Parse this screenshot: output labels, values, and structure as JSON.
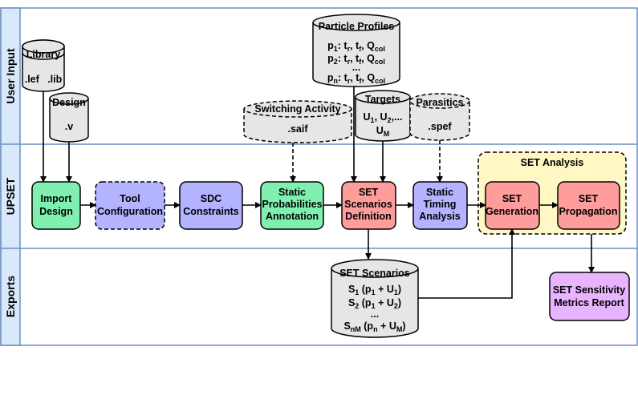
{
  "lanes": {
    "user_input": "User Input",
    "upset": "UPSET",
    "exports": "Exports"
  },
  "databases": {
    "library": {
      "title": "Library",
      "line1": ".lef   .lib"
    },
    "design": {
      "title": "Design",
      "line1": ".v"
    },
    "particle_profiles": {
      "title": "Particle Profiles",
      "row1": {
        "p": "p",
        "pi": "1",
        "rest": ": t",
        "a": "r",
        "mid": ", t",
        "b": "f",
        "q": ", Q",
        "qs": "col"
      },
      "row2": {
        "p": "p",
        "pi": "2",
        "rest": ": t",
        "a": "r",
        "mid": ", t",
        "b": "f",
        "q": ", Q",
        "qs": "col"
      },
      "ellipsis": "...",
      "row3": {
        "p": "p",
        "pi": "n",
        "rest": ": t",
        "a": "r",
        "mid": ", t",
        "b": "f",
        "q": ", Q",
        "qs": "col"
      }
    },
    "switching_activity": {
      "title": "Switching Activity",
      "line1": ".saif"
    },
    "targets": {
      "title": "Targets",
      "line1a": "U",
      "line1b": "1",
      "line1c": ", U",
      "line1d": "2",
      "line1e": ",...",
      "line2a": "U",
      "line2b": "M"
    },
    "parasitics": {
      "title": "Parasitics",
      "line1": ".spef"
    },
    "set_scenarios": {
      "title": "SET Scenarios",
      "row1": {
        "s": "S",
        "si": "1",
        "a": " (p",
        "ai": "1",
        "b": " + U",
        "bi": "1",
        "c": ")"
      },
      "row2": {
        "s": "S",
        "si": "2",
        "a": " (p",
        "ai": "1",
        "b": " + U",
        "bi": "2",
        "c": ")"
      },
      "ellipsis": "...",
      "row3": {
        "s": "S",
        "si": "nM",
        "a": " (p",
        "ai": "n",
        "b": " + U",
        "bi": "M",
        "c": ")"
      }
    }
  },
  "steps": {
    "import_design": [
      "Import",
      "Design"
    ],
    "tool_configuration": [
      "Tool",
      "Configuration"
    ],
    "sdc_constraints": [
      "SDC",
      "Constraints"
    ],
    "static_probabilities": [
      "Static",
      "Probabilities",
      "Annotation"
    ],
    "set_scenarios_definition": [
      "SET",
      "Scenarios",
      "Definition"
    ],
    "static_timing_analysis": [
      "Static",
      "Timing",
      "Analysis"
    ],
    "set_generation": [
      "SET",
      "Generation"
    ],
    "set_propagation": [
      "SET",
      "Propagation"
    ],
    "set_sensitivity_report": [
      "SET Sensitivity",
      "Metrics Report"
    ]
  },
  "groups": {
    "set_analysis": "SET Analysis"
  },
  "colors": {
    "lane_header": "#dae8fc",
    "lane_border": "#6c8ebf",
    "green": "#7ff0b0",
    "blue": "#b3b3ff",
    "red": "#ff9d9d",
    "purple": "#e8b3ff",
    "yellow_group": "#fff8c4",
    "db_fill": "#e6e6e6"
  }
}
